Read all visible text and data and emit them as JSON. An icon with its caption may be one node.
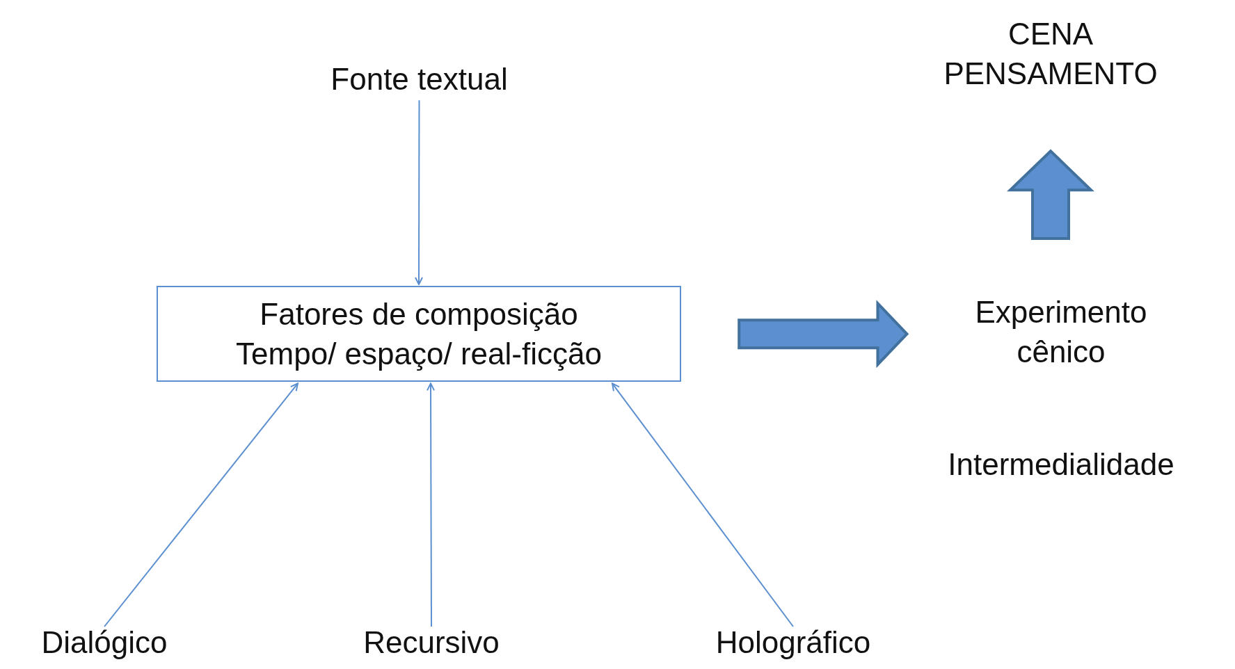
{
  "diagram": {
    "nodes": [
      {
        "text": [
          "Fonte textual"
        ]
      },
      {
        "text": [
          "Fatores de composição",
          "Tempo/ espaço/ real-ficção"
        ]
      },
      {
        "text": [
          "Experimento cênico"
        ]
      },
      {
        "text": [
          "CENA PENSAMENTO"
        ]
      },
      {
        "text": [
          "Dialógico"
        ]
      },
      {
        "text": [
          "Recursivo"
        ]
      },
      {
        "text": [
          "Holográfico"
        ]
      }
    ],
    "edges": [
      {
        "from": 0,
        "to": 1,
        "arrow": "to"
      },
      {
        "from": 4,
        "to": 1,
        "arrow": "to"
      },
      {
        "from": 5,
        "to": 1,
        "arrow": "to"
      },
      {
        "from": 6,
        "to": 1,
        "arrow": "to"
      },
      {
        "from": 1,
        "to": 2,
        "arrow": "to",
        "style": "thick"
      },
      {
        "from": 2,
        "to": 3,
        "arrow": "to",
        "style": "thick"
      }
    ],
    "labels": [
      "Intermedialidade"
    ]
  }
}
